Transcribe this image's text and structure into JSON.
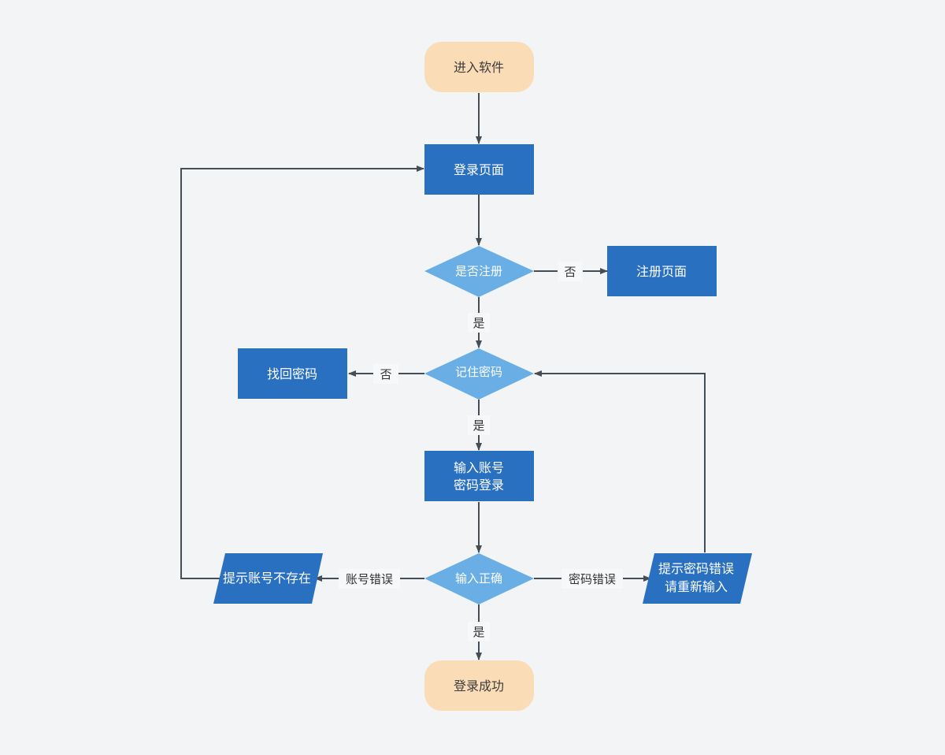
{
  "nodes": {
    "start": "进入软件",
    "login_page": "登录页面",
    "is_registered": "是否注册",
    "register_page": "注册页面",
    "remember_password": "记住密码",
    "recover_password": "找回密码",
    "input_credentials": [
      "输入账号",
      "密码登录"
    ],
    "input_correct": "输入正确",
    "account_not_exist": "提示账号不存在",
    "password_error": [
      "提示密码错误",
      "请重新输入"
    ],
    "login_success": "登录成功"
  },
  "edge_labels": {
    "no_register": "否",
    "yes_register": "是",
    "no_remember": "否",
    "yes_remember": "是",
    "account_error": "账号错误",
    "password_error": "密码错误",
    "yes_correct": "是"
  },
  "colors": {
    "background": "#f2f4f6",
    "terminal_fill": "#fadcb6",
    "terminal_text": "#3c3c3c",
    "process_fill": "#2a70c0",
    "decision_fill": "#6aaee6",
    "io_fill": "#2a70c0",
    "node_text": "#ffffff",
    "edge": "#454e56",
    "edge_label_bg": "#f7f8f9",
    "edge_label_text": "#333333"
  }
}
